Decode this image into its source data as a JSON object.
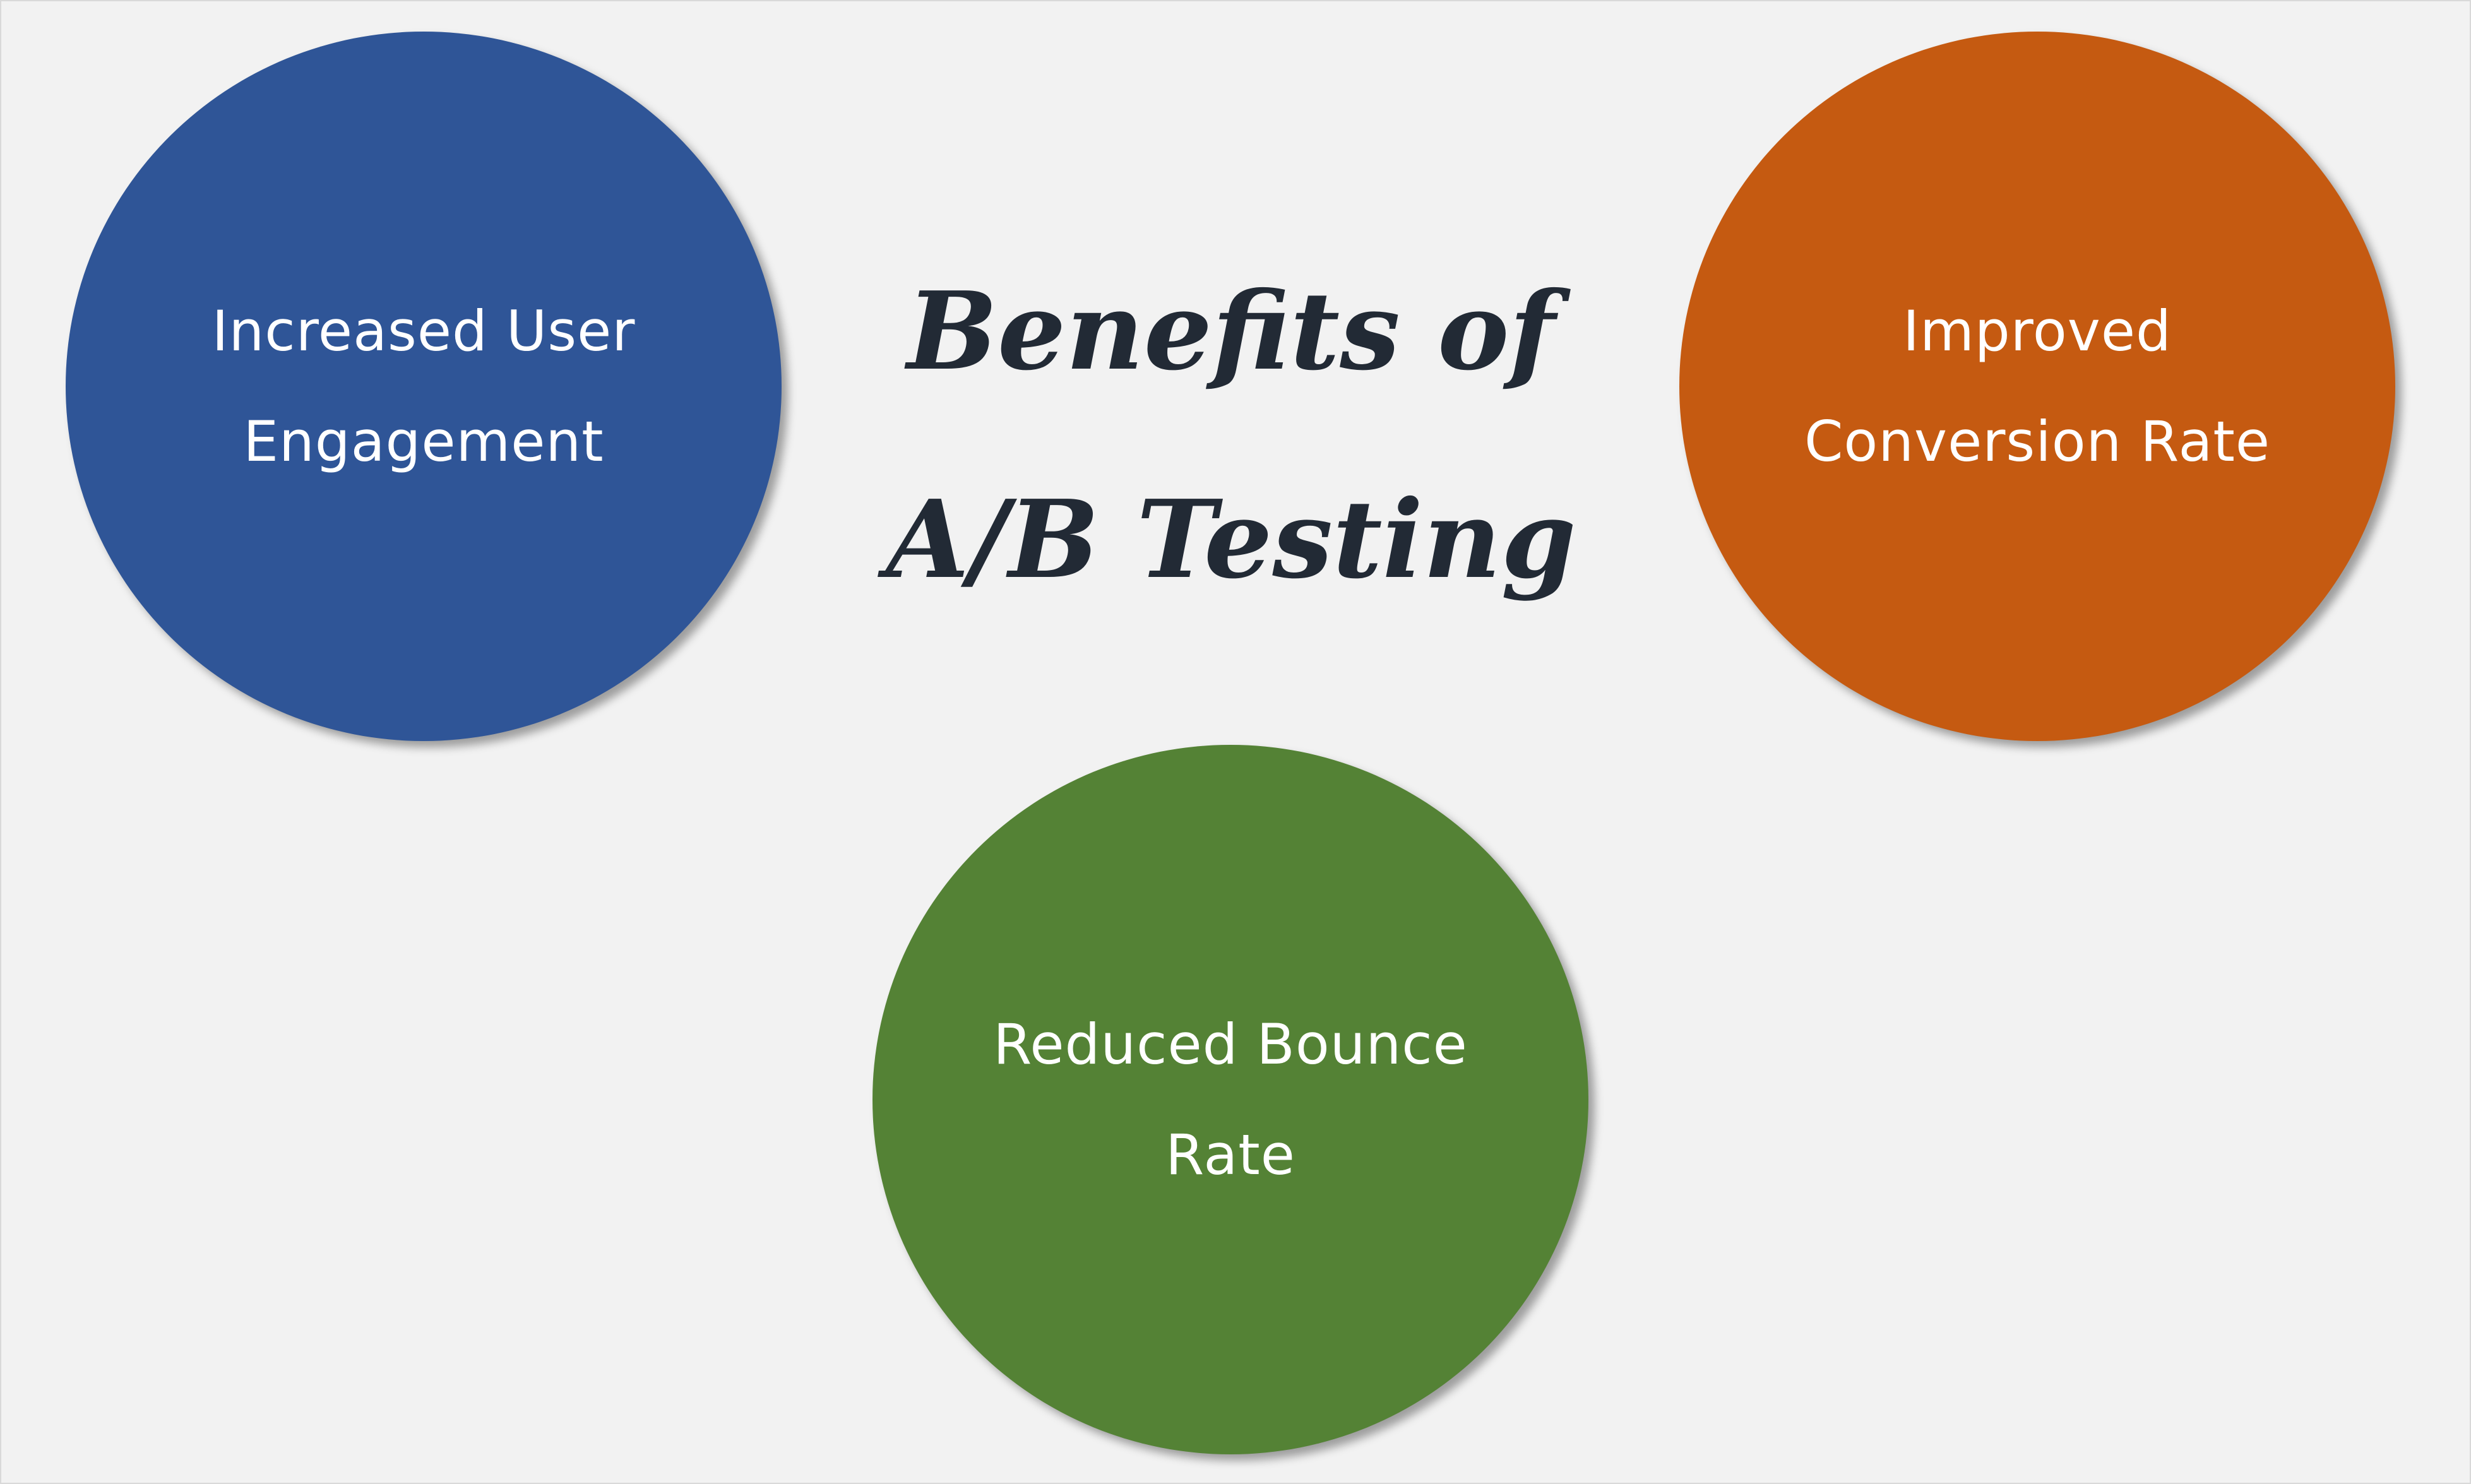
{
  "title": {
    "line1": "Benefits of",
    "line2": "A/B Testing"
  },
  "circles": [
    {
      "label": "Increased User Engagement",
      "color": "#2F5597"
    },
    {
      "label": "Improved Conversion Rate",
      "color": "#C55A11"
    },
    {
      "label": "Reduced Bounce Rate",
      "color": "#548235"
    }
  ]
}
